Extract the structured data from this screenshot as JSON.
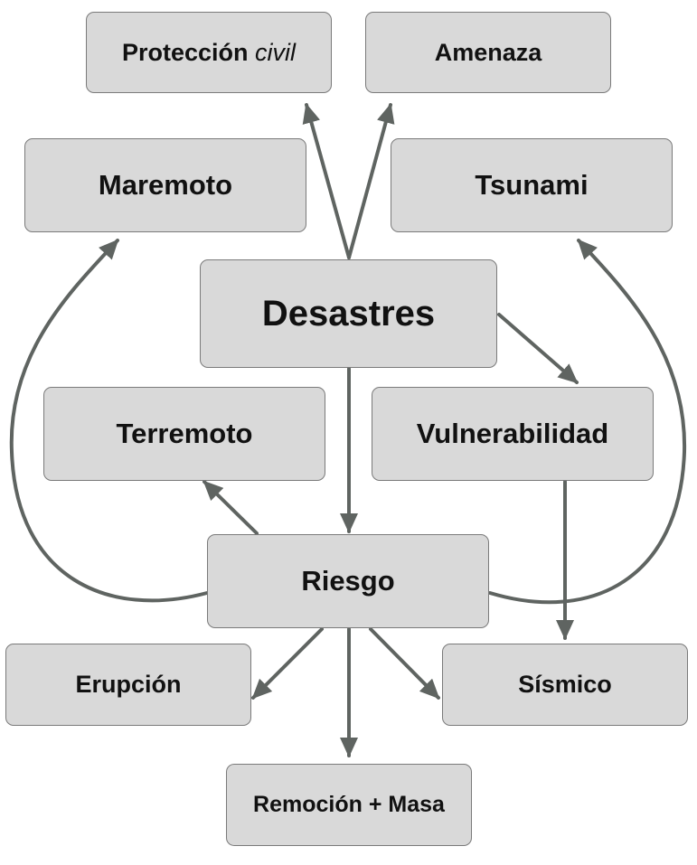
{
  "colors": {
    "node_fill": "#d9d9d9",
    "node_border": "#7a7a7a",
    "arrow": "#5f6461",
    "text": "#111111"
  },
  "nodes": {
    "proteccion_civil": {
      "label_main": "Protección",
      "label_italic": "civil"
    },
    "amenaza": {
      "label": "Amenaza"
    },
    "maremoto": {
      "label": "Maremoto"
    },
    "tsunami": {
      "label": "Tsunami"
    },
    "desastres": {
      "label": "Desastres"
    },
    "terremoto": {
      "label": "Terremoto"
    },
    "vulnerabilidad": {
      "label": "Vulnerabilidad"
    },
    "riesgo": {
      "label": "Riesgo"
    },
    "erupcion": {
      "label": "Erupción"
    },
    "sismico": {
      "label": "Sísmico"
    },
    "remocion_masa": {
      "label": "Remoción + Masa"
    }
  },
  "edges": [
    {
      "from": "desastres",
      "to": "proteccion_civil"
    },
    {
      "from": "desastres",
      "to": "amenaza"
    },
    {
      "from": "desastres",
      "to": "vulnerabilidad"
    },
    {
      "from": "desastres",
      "to": "riesgo"
    },
    {
      "from": "riesgo",
      "to": "terremoto"
    },
    {
      "from": "riesgo",
      "to": "maremoto"
    },
    {
      "from": "riesgo",
      "to": "tsunami"
    },
    {
      "from": "riesgo",
      "to": "erupcion"
    },
    {
      "from": "riesgo",
      "to": "sismico"
    },
    {
      "from": "riesgo",
      "to": "remocion_masa"
    },
    {
      "from": "vulnerabilidad",
      "to": "sismico"
    }
  ]
}
